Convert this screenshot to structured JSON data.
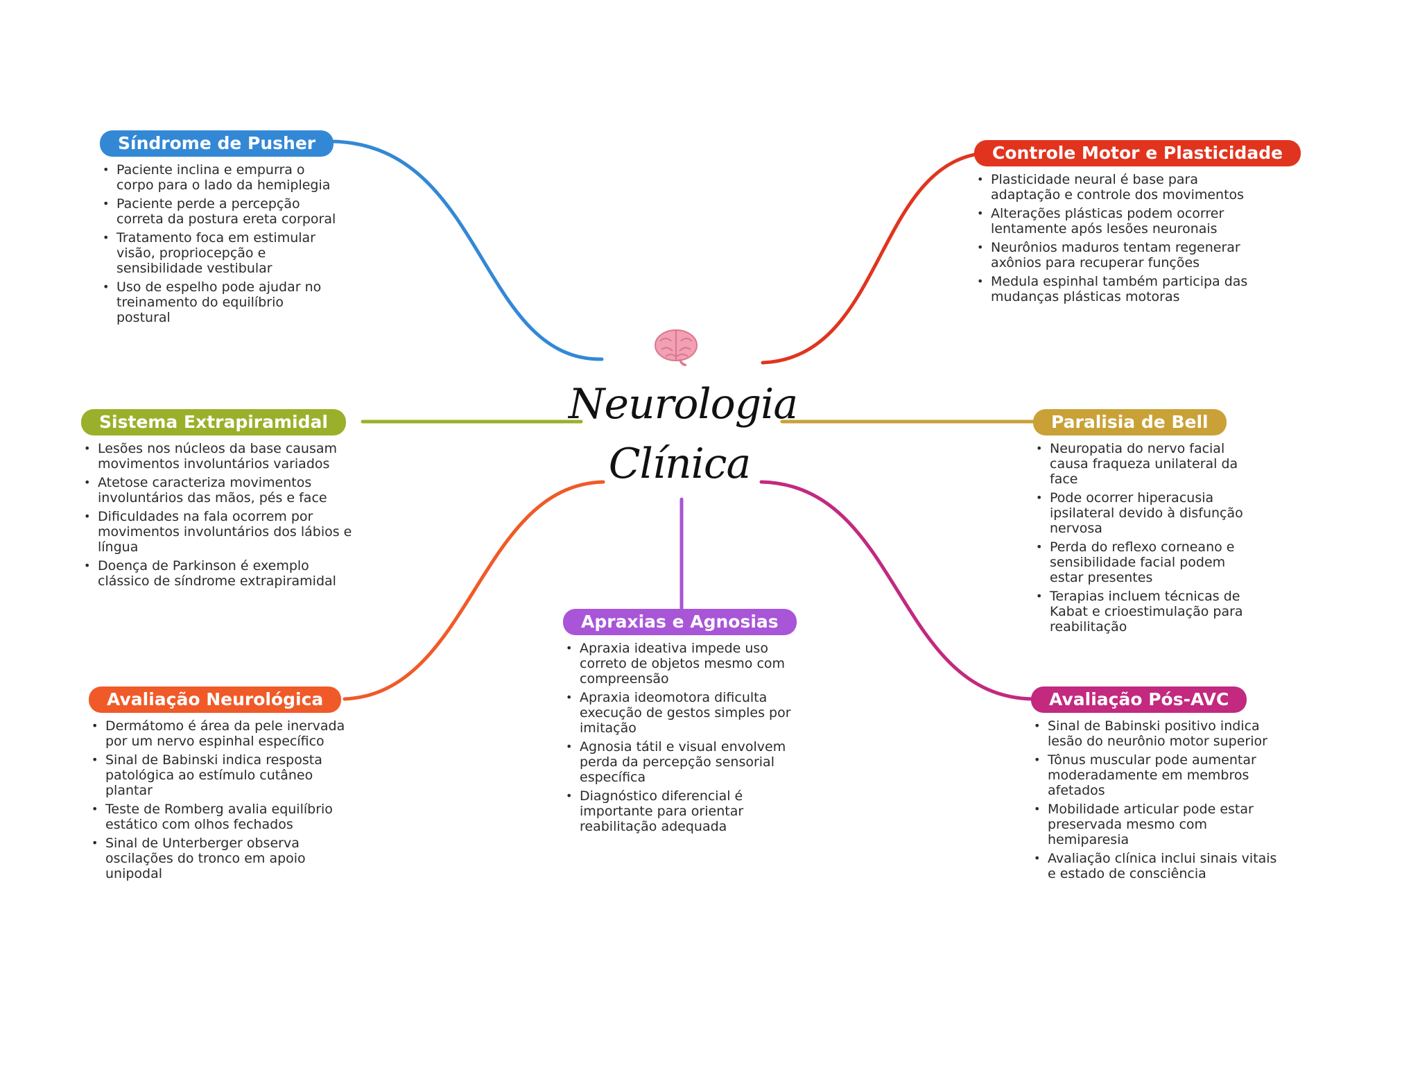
{
  "center": {
    "title_line1": "Neurologia",
    "title_line2": "Clínica",
    "icon": "brain-icon"
  },
  "colors": {
    "pusher": "#3388d6",
    "extrapiramidal": "#9ab02a",
    "avaliacao_neurologica": "#f05a28",
    "apraxias": "#a855d8",
    "controle_motor": "#e1341e",
    "bell": "#c9a136",
    "pos_avc": "#c2297f"
  },
  "nodes": {
    "pusher": {
      "label": "Síndrome de Pusher",
      "items": [
        "Paciente inclina e empurra o corpo para o lado da hemiplegia",
        "Paciente perde a percepção correta da postura ereta corporal",
        "Tratamento foca em estimular visão, propriocepção e sensibilidade vestibular",
        "Uso de espelho pode ajudar no treinamento do equilíbrio postural"
      ]
    },
    "extrapiramidal": {
      "label": "Sistema Extrapiramidal",
      "items": [
        "Lesões nos núcleos da base causam movimentos involuntários variados",
        "Atetose caracteriza movimentos involuntários das mãos, pés e face",
        "Dificuldades na fala ocorrem por movimentos involuntários dos lábios e língua",
        "Doença de Parkinson é exemplo clássico de síndrome extrapiramidal"
      ]
    },
    "avaliacao_neurologica": {
      "label": "Avaliação Neurológica",
      "items": [
        "Dermátomo é área da pele inervada por um nervo espinhal específico",
        "Sinal de Babinski indica resposta patológica ao estímulo cutâneo plantar",
        "Teste de Romberg avalia equilíbrio estático com olhos fechados",
        "Sinal de Unterberger observa oscilações do tronco em apoio unipodal"
      ]
    },
    "apraxias": {
      "label": "Apraxias e Agnosias",
      "items": [
        "Apraxia ideativa impede uso correto de objetos mesmo com compreensão",
        "Apraxia ideomotora dificulta execução de gestos simples por imitação",
        "Agnosia tátil e visual envolvem perda da percepção sensorial específica",
        "Diagnóstico diferencial é importante para orientar reabilitação adequada"
      ]
    },
    "controle_motor": {
      "label": "Controle Motor e Plasticidade",
      "items": [
        "Plasticidade neural é base para adaptação e controle dos movimentos",
        "Alterações plásticas podem ocorrer lentamente após lesões neuronais",
        "Neurônios maduros tentam regenerar axônios para recuperar funções",
        "Medula espinhal também participa das mudanças plásticas motoras"
      ]
    },
    "bell": {
      "label": "Paralisia de Bell",
      "items": [
        "Neuropatia do nervo facial causa fraqueza unilateral da face",
        "Pode ocorrer hiperacusia ipsilateral devido à disfunção nervosa",
        "Perda do reflexo corneano e sensibilidade facial podem estar presentes",
        "Terapias incluem técnicas de Kabat e crioestimulação para reabilitação"
      ]
    },
    "pos_avc": {
      "label": "Avaliação Pós-AVC",
      "items": [
        "Sinal de Babinski positivo indica lesão do neurônio motor superior",
        "Tônus muscular pode aumentar moderadamente em membros afetados",
        "Mobilidade articular pode estar preservada mesmo com hemiparesia",
        "Avaliação clínica inclui sinais vitais e estado de consciência"
      ]
    }
  }
}
